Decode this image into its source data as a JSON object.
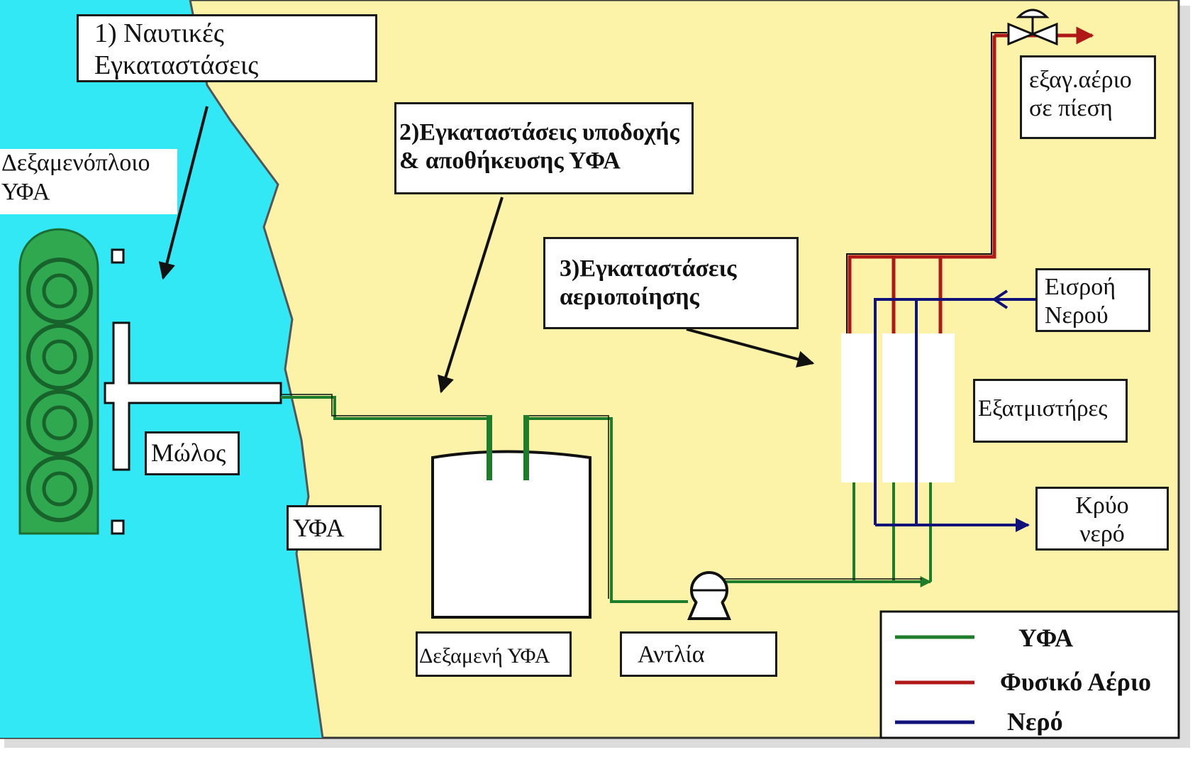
{
  "colors": {
    "land": "#fdf3a8",
    "sea": "#33e8f5",
    "ship": "#2fa84f",
    "lng_line": "#1e7d2a",
    "gas_line": "#b01818",
    "water_line": "#10127a",
    "outline": "#111111"
  },
  "labels": {
    "marine": "1) Ναυτικές\nΕγκαταστάσεις",
    "tanker": "Δεξαμενόπλοιο\nΥΦΑ",
    "reception": "2)Εγκαταστάσεις υποδοχής\n& αποθήκευσης ΥΦΑ",
    "regas": "3)Εγκαταστάσεις\nαεριοποίησης",
    "gas_out": "εξαγ.αέριο\nσε πίεση",
    "water_in": "Εισροή\nΝερού",
    "vaporizers": "Εξατμιστήρες",
    "cold_water": "Κρύο\nνερό",
    "pier": "Μώλος",
    "lng_shore": "ΥΦΑ",
    "tank": "Δεξαμενή ΥΦΑ",
    "pump": "Αντλία"
  },
  "legend": [
    {
      "label": "ΥΦΑ",
      "color": "#1e7d2a"
    },
    {
      "label": "Φυσικό Αέριο",
      "color": "#b01818"
    },
    {
      "label": "Νερό",
      "color": "#10127a"
    }
  ],
  "icons": {
    "ship": "tanker-ship-icon",
    "valve": "valve-icon",
    "pump": "pump-icon",
    "tank": "storage-tank-icon",
    "vaporizer": "vaporizer-column-icon"
  }
}
